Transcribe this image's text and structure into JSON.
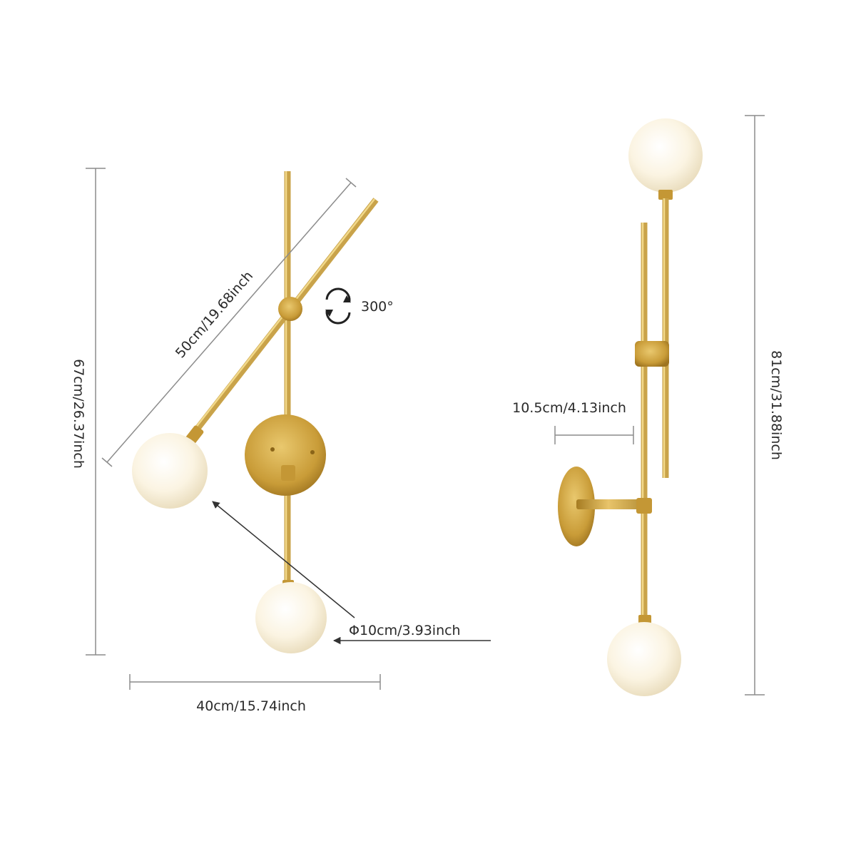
{
  "dimensions": {
    "left_height": "67cm/26.37inch",
    "diagonal_arm": "50cm/19.68inch",
    "rotation": "300°",
    "globe_diameter": "Φ10cm/3.93inch",
    "left_width": "40cm/15.74inch",
    "right_height": "81cm/31.88inch",
    "wall_projection": "10.5cm/4.13inch"
  },
  "colors": {
    "brass": "#c9a34a",
    "brass_highlight": "#f2d98a",
    "globe": "#fdf8ea",
    "dimension_line": "#8c8c8c",
    "text": "#2a2a2a"
  },
  "icons": {
    "rotation": "rotate-arrows-icon"
  }
}
